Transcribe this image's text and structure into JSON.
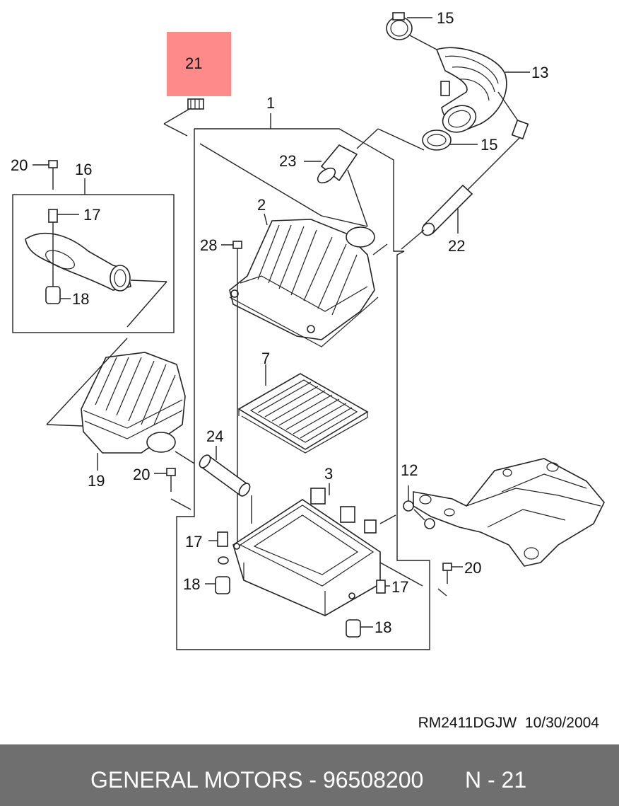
{
  "callouts": {
    "c1": "1",
    "c2": "2",
    "c3": "3",
    "c7": "7",
    "c12": "12",
    "c13": "13",
    "c15a": "15",
    "c15b": "15",
    "c16": "16",
    "c17a": "17",
    "c17b": "17",
    "c17c": "17",
    "c18a": "18",
    "c18b": "18",
    "c18c": "18",
    "c19": "19",
    "c20a": "20",
    "c20b": "20",
    "c20c": "20",
    "c21": "21",
    "c22": "22",
    "c23": "23",
    "c24": "24",
    "c28": "28"
  },
  "colors": {
    "highlight": "#ff8a8a",
    "footer_bg": "#6f6f6f",
    "line": "#222222"
  },
  "drawing_code": "RM2411DGJW  10/30/2004",
  "footer": {
    "left": "GENERAL MOTORS - 96508200",
    "right": "N - 21"
  }
}
